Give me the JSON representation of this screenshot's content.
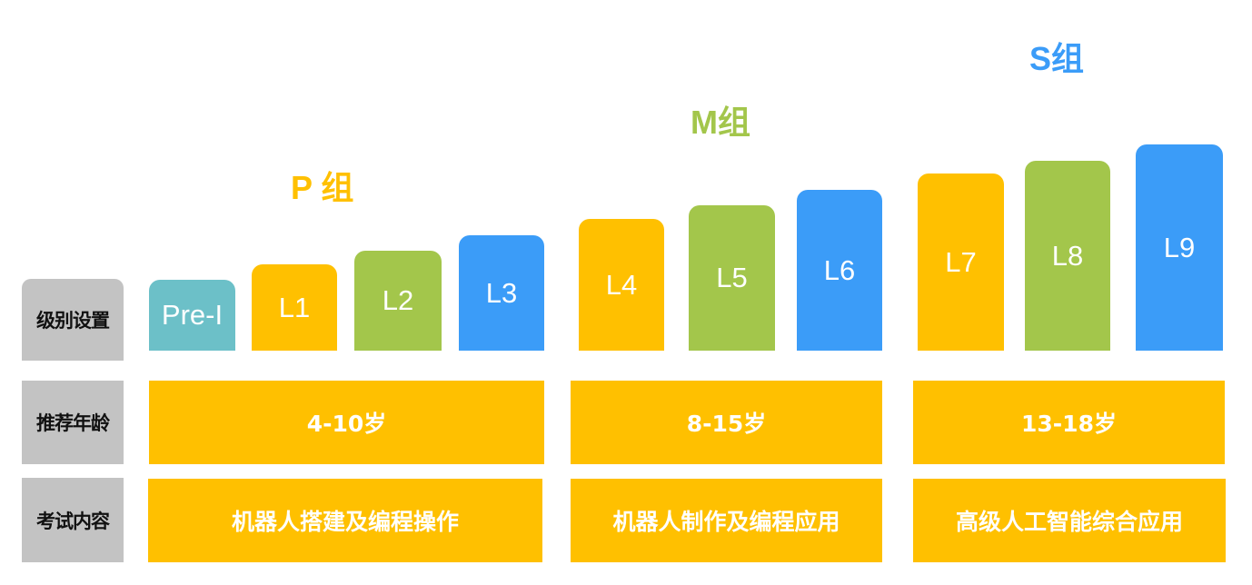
{
  "colors": {
    "yellow": "#ffc000",
    "green": "#a3c64b",
    "blue": "#3b9cf8",
    "teal": "#6cc0c8",
    "gray": "#c3c3c3"
  },
  "groups": [
    {
      "title": "P 组",
      "color": "#ffc000",
      "age": "4-10岁",
      "content": "机器人搭建及编程操作"
    },
    {
      "title": "M组",
      "color": "#a3c64b",
      "age": "8-15岁",
      "content": "机器人制作及编程应用"
    },
    {
      "title": "S组",
      "color": "#3b9cf8",
      "age": "13-18岁",
      "content": "高级人工智能综合应用"
    }
  ],
  "row_labels": {
    "levels": "级别设置",
    "age": "推荐年龄",
    "content": "考试内容"
  },
  "levels": [
    "Pre-I",
    "L1",
    "L2",
    "L3",
    "L4",
    "L5",
    "L6",
    "L7",
    "L8",
    "L9"
  ]
}
